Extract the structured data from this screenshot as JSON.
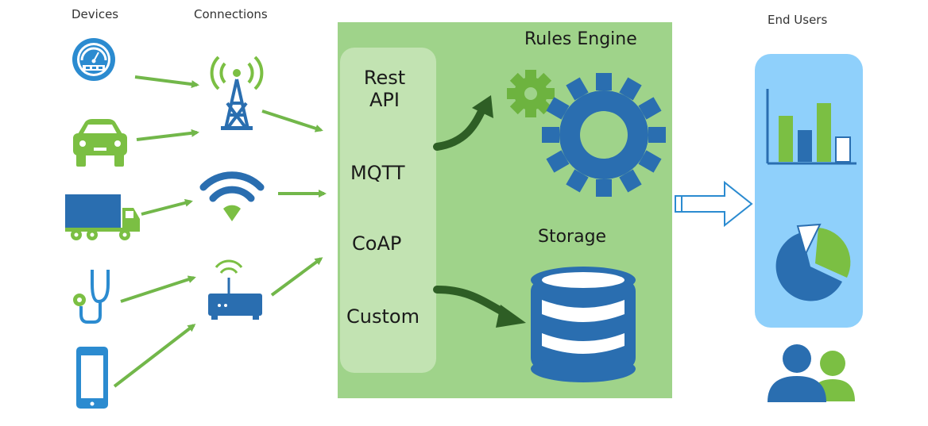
{
  "colors": {
    "green": "#7bbf43",
    "arrow_green": "#72b74a",
    "blue": "#2a6eb0",
    "light_blue": "#2b8bd0",
    "engine_bg": "#9fd38a",
    "protocol_bg": "#c2e3b2",
    "users_panel": "#8fd0fb",
    "dark_arrow": "#2e5e25"
  },
  "headers": {
    "devices": "Devices",
    "connections": "Connections",
    "end_users": "End Users"
  },
  "devices": [
    {
      "name": "gauge-icon"
    },
    {
      "name": "car-icon"
    },
    {
      "name": "truck-icon"
    },
    {
      "name": "stethoscope-icon"
    },
    {
      "name": "smartphone-icon"
    }
  ],
  "connections": [
    {
      "name": "cell-tower-icon"
    },
    {
      "name": "wifi-icon"
    },
    {
      "name": "router-icon"
    }
  ],
  "engine": {
    "title": "Rules Engine",
    "storage_label": "Storage",
    "protocols": [
      {
        "line1": "Rest",
        "line2": "API"
      },
      {
        "line1": "MQTT"
      },
      {
        "line1": "CoAP"
      },
      {
        "line1": "Custom"
      }
    ]
  },
  "end_user_icons": [
    "bar-chart-icon",
    "pie-chart-icon",
    "users-icon"
  ]
}
